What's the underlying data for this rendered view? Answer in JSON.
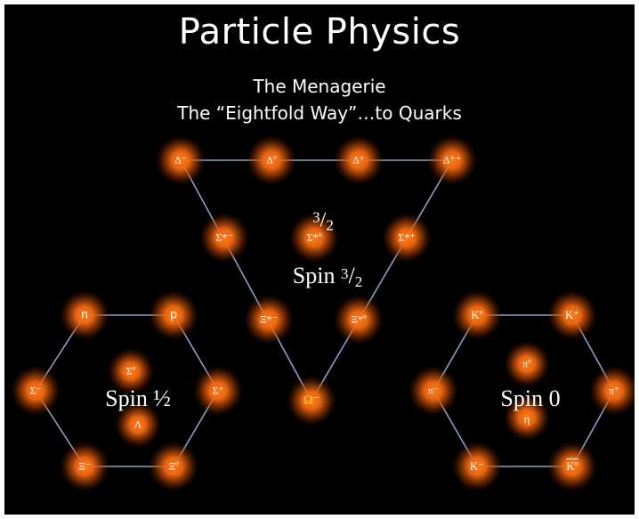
{
  "title": "Particle Physics",
  "subtitle_1": "The Menagerie",
  "subtitle_2": "The “Eightfold Way”…to Quarks",
  "decuplet": {
    "center_fraction": {
      "num": "3",
      "den": "2"
    },
    "label": {
      "text": "Spin ",
      "num": "3",
      "den": "2"
    },
    "particles": {
      "delta_minus": "Δ⁻",
      "delta_zero": "Δº",
      "delta_plus": "Δ⁺",
      "delta_plusplus": "Δ⁺⁺",
      "sigma_star_minus": "Σ*⁻",
      "sigma_star_zero": "Σ*º",
      "sigma_star_plus": "Σ*⁺",
      "xi_star_minus": "Ξ*⁻",
      "xi_star_zero": "Ξ*º",
      "omega_minus": "Ω⁻"
    }
  },
  "baryon_octet": {
    "label": "Spin ½",
    "particles": {
      "n": "n",
      "p": "p",
      "sigma_minus": "Σ⁻",
      "sigma_zero": "Σº",
      "lambda": "Λ",
      "sigma_plus": "Σ⁺",
      "xi_minus": "Ξ⁻",
      "xi_zero": "Ξº"
    }
  },
  "meson_octet": {
    "label": "Spin 0",
    "particles": {
      "k_zero": "Kº",
      "k_plus": "K⁺",
      "pi_minus": "π⁻",
      "pi_zero": "πº",
      "eta": "η",
      "pi_plus": "π⁺",
      "k_minus": "K⁻",
      "k_zero_bar": "Kº"
    }
  },
  "colors": {
    "background": "#000000",
    "line": "#8d9fc4",
    "glow_core": "#f26a12",
    "glow_edge": "#6e1e00",
    "text": "#ffffff",
    "omega_text": "#f2c32a"
  }
}
